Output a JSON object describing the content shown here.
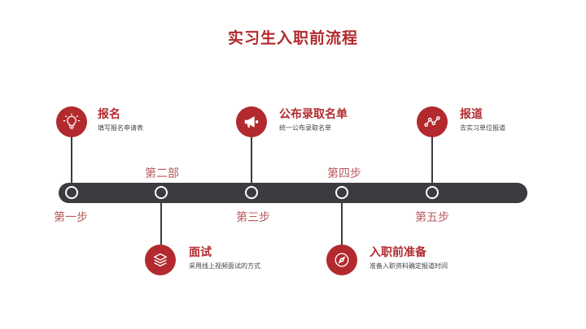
{
  "title": "实习生入职前流程",
  "colors": {
    "accent": "#b22a2e",
    "bar": "#3c3b40",
    "stage_label": "#b85a5c"
  },
  "stage_labels": [
    "第一步",
    "第二部",
    "第三步",
    "第四步",
    "第五步"
  ],
  "steps": [
    {
      "title": "报名",
      "desc": "填写报名申请表",
      "icon": "lightbulb-icon"
    },
    {
      "title": "面试",
      "desc": "采用线上视频面试的方式",
      "icon": "layers-icon"
    },
    {
      "title": "公布录取名单",
      "desc": "统一公布录取名单",
      "icon": "megaphone-icon"
    },
    {
      "title": "入职前准备",
      "desc": "准备入职资料确定报道时间",
      "icon": "compass-icon"
    },
    {
      "title": "报道",
      "desc": "去实习单位报道",
      "icon": "trend-line-icon"
    }
  ]
}
